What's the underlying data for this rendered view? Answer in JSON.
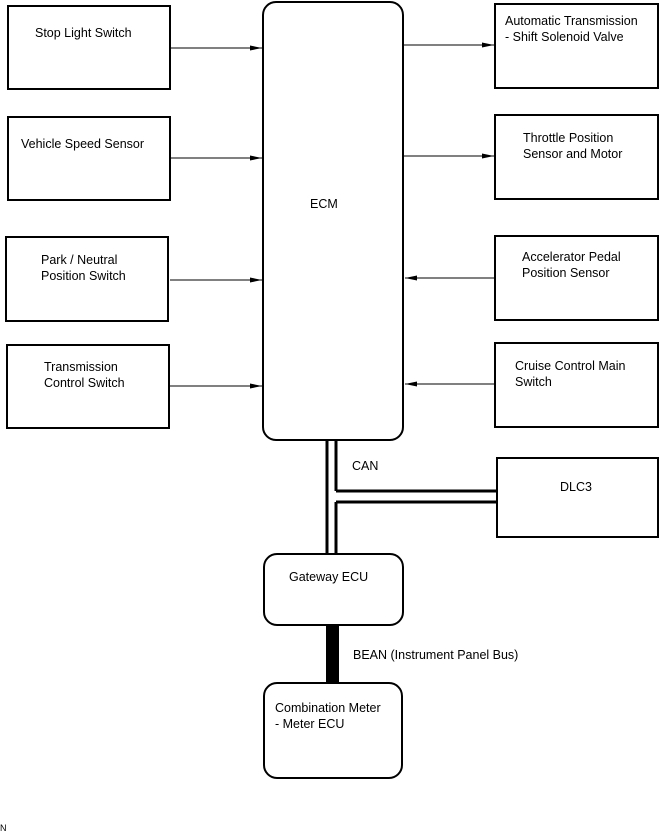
{
  "diagram": {
    "central": {
      "label": "ECM"
    },
    "inputs_left": [
      {
        "label": "Stop Light Switch"
      },
      {
        "label": "Vehicle Speed Sensor"
      },
      {
        "label": "Park / Neutral\nPosition Switch"
      },
      {
        "label": "Transmission\nControl Switch"
      }
    ],
    "outputs_right": [
      {
        "label": "Automatic Transmission\n- Shift Solenoid Valve"
      },
      {
        "label": "Throttle Position\nSensor and Motor"
      }
    ],
    "inputs_right": [
      {
        "label": "Accelerator Pedal\nPosition Sensor"
      },
      {
        "label": "Cruise Control Main\nSwitch"
      }
    ],
    "dlc": {
      "label": "DLC3"
    },
    "gateway": {
      "label": "Gateway ECU"
    },
    "meter": {
      "label": "Combination Meter\n- Meter ECU"
    },
    "buses": {
      "can": "CAN",
      "bean": "BEAN (Instrument Panel Bus)"
    },
    "corner_mark": "N"
  }
}
